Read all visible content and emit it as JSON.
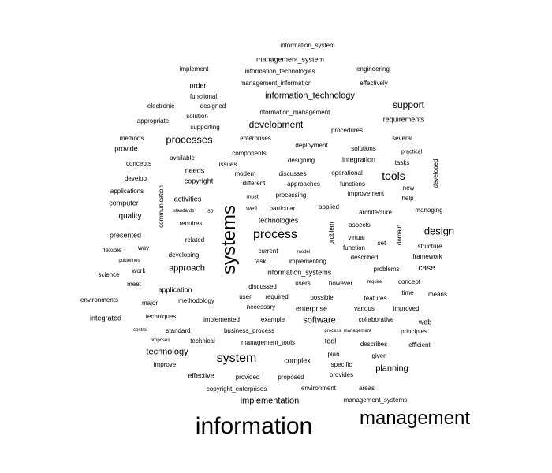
{
  "words": [
    "information_system",
    "management_system",
    "implement",
    "engineering",
    "information_technologies",
    "order",
    "management_information",
    "effectively",
    "functional",
    "information_technology",
    "electronic",
    "designed",
    "support",
    "solution",
    "information_management",
    "appropriate",
    "supporting",
    "development",
    "requirements",
    "procedures",
    "methods",
    "enterprises",
    "several",
    "processes",
    "provide",
    "deployment",
    "solutions",
    "components",
    "practical",
    "available",
    "designing",
    "integration",
    "concepts",
    "issues",
    "tasks",
    "needs",
    "modern",
    "discusses",
    "operational",
    "tools",
    "develop",
    "copyright",
    "different",
    "approaches",
    "functions",
    "new",
    "applications",
    "developed",
    "communication",
    "must",
    "processing",
    "improvement",
    "help",
    "computer",
    "activities",
    "well",
    "particular",
    "applied",
    "standards",
    "iso",
    "architecture",
    "managing",
    "quality",
    "technologies",
    "requires",
    "aspects",
    "systems",
    "process",
    "problem",
    "design",
    "presented",
    "related",
    "virtual",
    "domain",
    "way",
    "current",
    "set",
    "structure",
    "flexible",
    "developing",
    "model",
    "function",
    "guidelines",
    "task",
    "implementing",
    "described",
    "framework",
    "approach",
    "work",
    "problems",
    "case",
    "information_systems",
    "science",
    "meet",
    "discussed",
    "users",
    "however",
    "require",
    "concept",
    "application",
    "environments",
    "user",
    "required",
    "possible",
    "time",
    "means",
    "major",
    "methodology",
    "features",
    "necessary",
    "enterprise",
    "various",
    "improved",
    "integrated",
    "techniques",
    "implemented",
    "example",
    "software",
    "collaborative",
    "web",
    "control",
    "business_process",
    "process_management",
    "principles",
    "standard",
    "proposes",
    "technical",
    "tool",
    "management_tools",
    "describes",
    "efficient",
    "technology",
    "plan",
    "given",
    "system",
    "improve",
    "complex",
    "specific",
    "planning",
    "effective",
    "provided",
    "proposed",
    "provides",
    "copyright_enterprises",
    "environment",
    "areas",
    "implementation",
    "management_systems",
    "information",
    "management"
  ]
}
